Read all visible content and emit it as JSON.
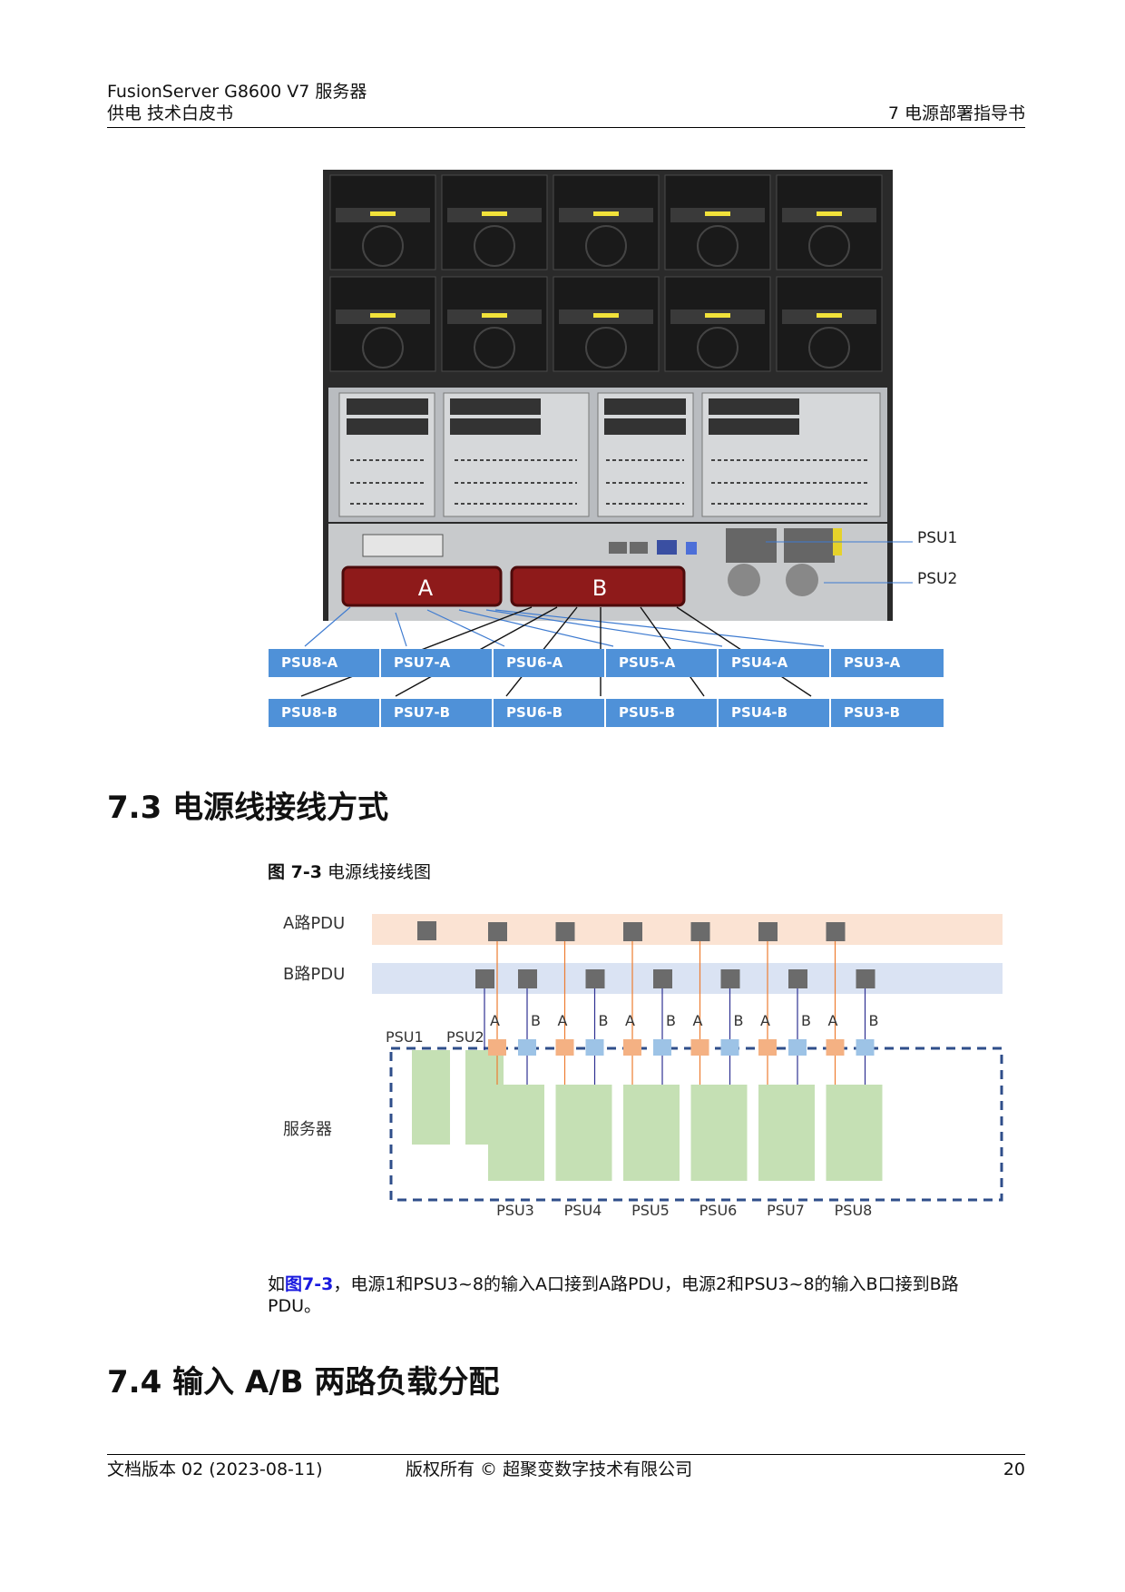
{
  "header": {
    "product": "FusionServer G8600 V7 服务器",
    "doc_title": "供电 技术白皮书",
    "chapter": "7 电源部署指导书"
  },
  "photo_figure": {
    "callouts": [
      "PSU1",
      "PSU2"
    ],
    "panel_labels": [
      "A",
      "B"
    ],
    "row_a": [
      "PSU8-A",
      "PSU7-A",
      "PSU6-A",
      "PSU5-A",
      "PSU4-A",
      "PSU3-A"
    ],
    "row_b": [
      "PSU8-B",
      "PSU7-B",
      "PSU6-B",
      "PSU5-B",
      "PSU4-B",
      "PSU3-B"
    ]
  },
  "section_73": {
    "title": "7.3 电源线接线方式"
  },
  "figure_73": {
    "caption_num": "图 7-3",
    "caption_text": " 电源线接线图",
    "pdu_a_label": "A路PDU",
    "pdu_b_label": "B路PDU",
    "server_label": "服务器",
    "small_psu_labels": [
      "PSU1",
      "PSU2"
    ],
    "big_psu_labels": [
      "PSU3",
      "PSU4",
      "PSU5",
      "PSU6",
      "PSU7",
      "PSU8"
    ],
    "port_a": "A",
    "port_b": "B",
    "colors": {
      "pdu_a_band": "#fbe3d3",
      "pdu_b_band": "#dae3f3",
      "psu_green": "#c5e0b4",
      "port_orange": "#f4b183",
      "port_blue": "#9dc3e6",
      "wire_orange": "#ed7d31",
      "wire_blue": "#2e3192"
    }
  },
  "paragraph": {
    "pre": "如",
    "link": "图7-3",
    "post": "，电源1和PSU3~8的输入A口接到A路PDU，电源2和PSU3~8的输入B口接到B路PDU。"
  },
  "section_74": {
    "title": "7.4 输入 A/B 两路负载分配"
  },
  "footer": {
    "version": "文档版本 02 (2023-08-11)",
    "copyright": "版权所有 © 超聚变数字技术有限公司",
    "page": "20"
  }
}
